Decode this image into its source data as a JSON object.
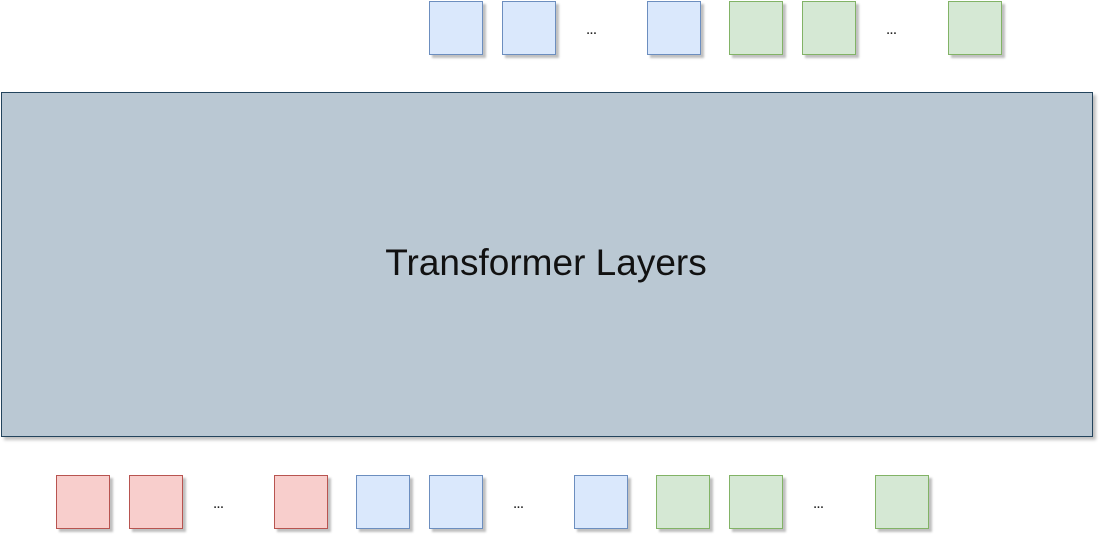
{
  "diagram": {
    "block_label": "Transformer Layers",
    "output_tokens": [
      {
        "kind": "blue"
      },
      {
        "kind": "blue"
      },
      {
        "kind": "ellipsis",
        "text": "..."
      },
      {
        "kind": "blue"
      },
      {
        "kind": "green"
      },
      {
        "kind": "green"
      },
      {
        "kind": "ellipsis",
        "text": "..."
      },
      {
        "kind": "green"
      }
    ],
    "input_tokens": [
      {
        "kind": "red"
      },
      {
        "kind": "red"
      },
      {
        "kind": "ellipsis",
        "text": "..."
      },
      {
        "kind": "red"
      },
      {
        "kind": "blue"
      },
      {
        "kind": "blue"
      },
      {
        "kind": "ellipsis",
        "text": "..."
      },
      {
        "kind": "blue"
      },
      {
        "kind": "green"
      },
      {
        "kind": "green"
      },
      {
        "kind": "ellipsis",
        "text": "..."
      },
      {
        "kind": "green"
      }
    ],
    "colors": {
      "red_fill": "#f8cecc",
      "red_stroke": "#b85450",
      "blue_fill": "#dae8fc",
      "blue_stroke": "#6c8ebf",
      "green_fill": "#d5e8d4",
      "green_stroke": "#82b366",
      "block_fill": "#bac8d3",
      "block_stroke": "#23445d"
    }
  }
}
